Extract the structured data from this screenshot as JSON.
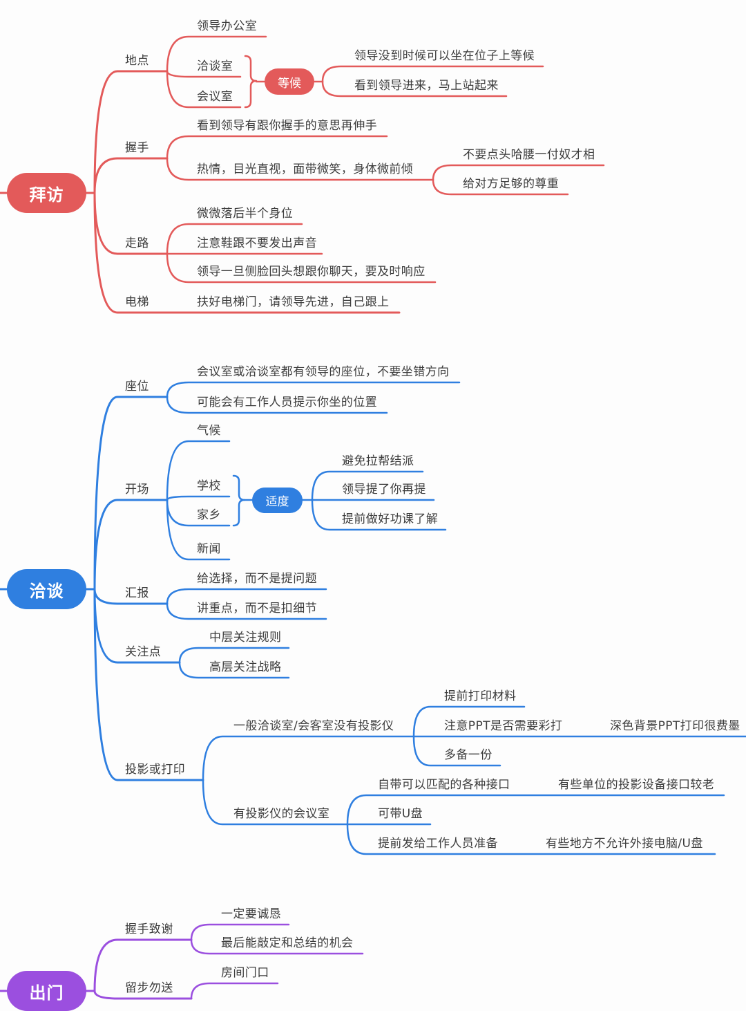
{
  "text_color": "#3c3c3c",
  "background": "#fdfdfd",
  "sections": [
    {
      "label": "拜访",
      "color": "#e35a5a",
      "branches": [
        {
          "label": "地点",
          "children": [
            {
              "label": "领导办公室"
            },
            {
              "label": "洽谈室"
            },
            {
              "label": "会议室"
            }
          ],
          "summary": {
            "label": "等候",
            "children": [
              {
                "label": "领导没到时候可以坐在位子上等候"
              },
              {
                "label": "看到领导进来，马上站起来"
              }
            ]
          }
        },
        {
          "label": "握手",
          "children": [
            {
              "label": "看到领导有跟你握手的意思再伸手"
            },
            {
              "label": "热情，目光直视，面带微笑，身体微前倾",
              "children": [
                {
                  "label": "不要点头哈腰一付奴才相"
                },
                {
                  "label": "给对方足够的尊重"
                }
              ]
            }
          ]
        },
        {
          "label": "走路",
          "children": [
            {
              "label": "微微落后半个身位"
            },
            {
              "label": "注意鞋跟不要发出声音"
            },
            {
              "label": "领导一旦侧脸回头想跟你聊天，要及时响应"
            }
          ]
        },
        {
          "label": "电梯",
          "children": [
            {
              "label": "扶好电梯门，请领导先进，自己跟上"
            }
          ]
        }
      ]
    },
    {
      "label": "洽谈",
      "color": "#2f7fe0",
      "branches": [
        {
          "label": "座位",
          "children": [
            {
              "label": "会议室或洽谈室都有领导的座位，不要坐错方向"
            },
            {
              "label": "可能会有工作人员提示你坐的位置"
            }
          ]
        },
        {
          "label": "开场",
          "children": [
            {
              "label": "气候"
            },
            {
              "label": "学校"
            },
            {
              "label": "家乡"
            },
            {
              "label": "新闻"
            }
          ],
          "summary": {
            "label": "适度",
            "children": [
              {
                "label": "避免拉帮结派"
              },
              {
                "label": "领导提了你再提"
              },
              {
                "label": "提前做好功课了解"
              }
            ]
          }
        },
        {
          "label": "汇报",
          "children": [
            {
              "label": "给选择，而不是提问题"
            },
            {
              "label": "讲重点，而不是扣细节"
            }
          ]
        },
        {
          "label": "关注点",
          "children": [
            {
              "label": "中层关注规则"
            },
            {
              "label": "高层关注战略"
            }
          ]
        },
        {
          "label": "投影或打印",
          "children": [
            {
              "label": "一般洽谈室/会客室没有投影仪",
              "children": [
                {
                  "label": "提前打印材料"
                },
                {
                  "label": "注意PPT是否需要彩打",
                  "children": [
                    {
                      "label": "深色背景PPT打印很费墨"
                    }
                  ]
                },
                {
                  "label": "多备一份"
                }
              ]
            },
            {
              "label": "有投影仪的会议室",
              "children": [
                {
                  "label": "自带可以匹配的各种接口",
                  "children": [
                    {
                      "label": "有些单位的投影设备接口较老"
                    }
                  ]
                },
                {
                  "label": "可带U盘"
                },
                {
                  "label": "提前发给工作人员准备",
                  "children": [
                    {
                      "label": "有些地方不允许外接电脑/U盘"
                    }
                  ]
                }
              ]
            }
          ]
        }
      ]
    },
    {
      "label": "出门",
      "color": "#9b4fdf",
      "branches": [
        {
          "label": "握手致谢",
          "children": [
            {
              "label": "一定要诚恳"
            },
            {
              "label": "最后能敲定和总结的机会"
            }
          ]
        },
        {
          "label": "留步勿送",
          "children": [
            {
              "label": "房间门口"
            }
          ]
        }
      ]
    }
  ]
}
